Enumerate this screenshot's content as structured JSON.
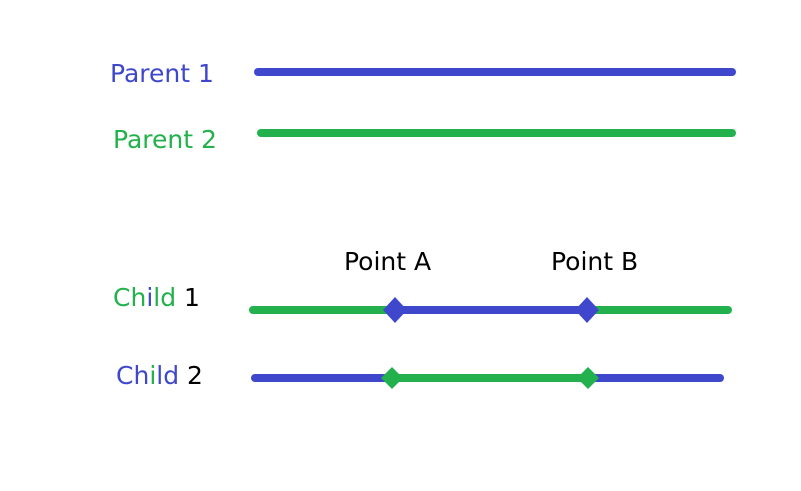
{
  "colors": {
    "blue": "#3f48cc",
    "green": "#22b14c",
    "black": "#000000"
  },
  "parents": [
    {
      "label": "Parent 1",
      "color": "blue"
    },
    {
      "label": "Parent 2",
      "color": "green"
    }
  ],
  "points": {
    "a": "Point A",
    "b": "Point B"
  },
  "children": [
    {
      "label_parts": [
        {
          "text": "C",
          "color": "green"
        },
        {
          "text": "h",
          "color": "green"
        },
        {
          "text": "i",
          "color": "blue"
        },
        {
          "text": "l",
          "color": "green"
        },
        {
          "text": "d",
          "color": "green"
        },
        {
          "text": " 1",
          "color": "black"
        }
      ],
      "outer_color": "green",
      "middle_color": "blue"
    },
    {
      "label_parts": [
        {
          "text": "C",
          "color": "blue"
        },
        {
          "text": "h",
          "color": "blue"
        },
        {
          "text": "i",
          "color": "green"
        },
        {
          "text": "l",
          "color": "blue"
        },
        {
          "text": "d",
          "color": "blue"
        },
        {
          "text": " 2",
          "color": "black"
        }
      ],
      "outer_color": "blue",
      "middle_color": "green"
    }
  ]
}
